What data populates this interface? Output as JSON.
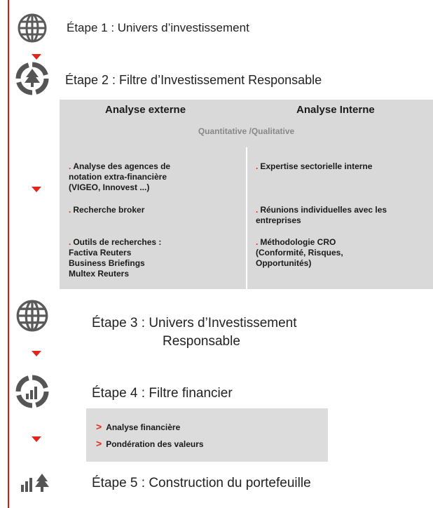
{
  "steps": {
    "s1": "Étape 1 : Univers d’investissement",
    "s2": "Étape 2 : Filtre d’Investissement Responsable",
    "s3_line1": "Étape 3 : Univers d’Investissement",
    "s3_line2": "Responsable",
    "s4": "Étape 4 : Filtre financier",
    "s5": "Étape 5 : Construction du portefeuille"
  },
  "analysis": {
    "external_title": "Analyse externe",
    "internal_title": "Analyse Interne",
    "subtitle": "Quantitative /Qualitative",
    "external_items": [
      [
        "Analyse des agences de",
        "notation extra-financière",
        "(VIGEO, Innovest ...)"
      ],
      [
        "Recherche broker"
      ],
      [
        "Outils de recherches :",
        "Factiva Reuters",
        "Business Briefings",
        "Multex Reuters"
      ]
    ],
    "internal_items": [
      [
        "Expertise sectorielle interne"
      ],
      [
        "Réunions individuelles avec les",
        "entreprises"
      ],
      [
        "Méthodologie CRO",
        "(Conformité, Risques,",
        "Opportunités)"
      ]
    ]
  },
  "financial": {
    "items": [
      "Analyse financière",
      "Pondération des valeurs"
    ]
  },
  "icons": {
    "step1": "globe-icon",
    "step2": "recycle-tree-icon",
    "step3": "globe-icon",
    "step4": "recycle-barchart-icon",
    "step5": "barchart-tree-icon"
  },
  "colors": {
    "accent": "#e3261b",
    "panel": "#d9d9d9"
  }
}
